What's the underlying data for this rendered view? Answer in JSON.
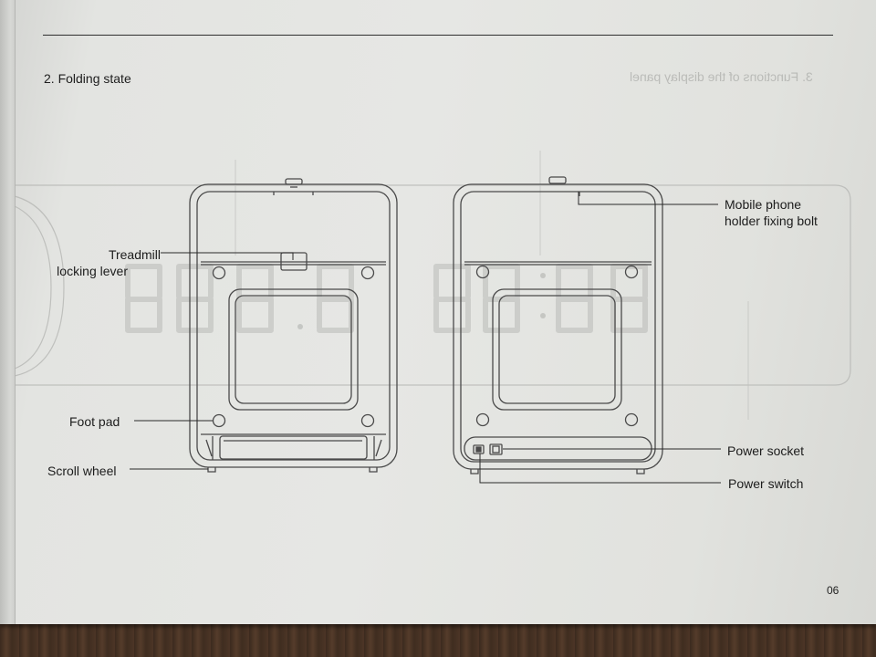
{
  "page": {
    "section_title": "2. Folding state",
    "bleed_through_title": "3. Functions of the display panel",
    "page_number": "06"
  },
  "callouts": {
    "treadmill_locking_lever": "Treadmill\nlocking lever",
    "foot_pad": "Foot pad",
    "scroll_wheel": "Scroll wheel",
    "mobile_phone_holder_fixing_bolt": "Mobile phone\nholder fixing bolt",
    "power_socket": "Power socket",
    "power_switch": "Power switch"
  },
  "colors": {
    "paper": "#e4e5e2",
    "ink": "#1c1c1c",
    "line_art": "#4a4a4a",
    "bleed_through": "#a9aaa7"
  }
}
